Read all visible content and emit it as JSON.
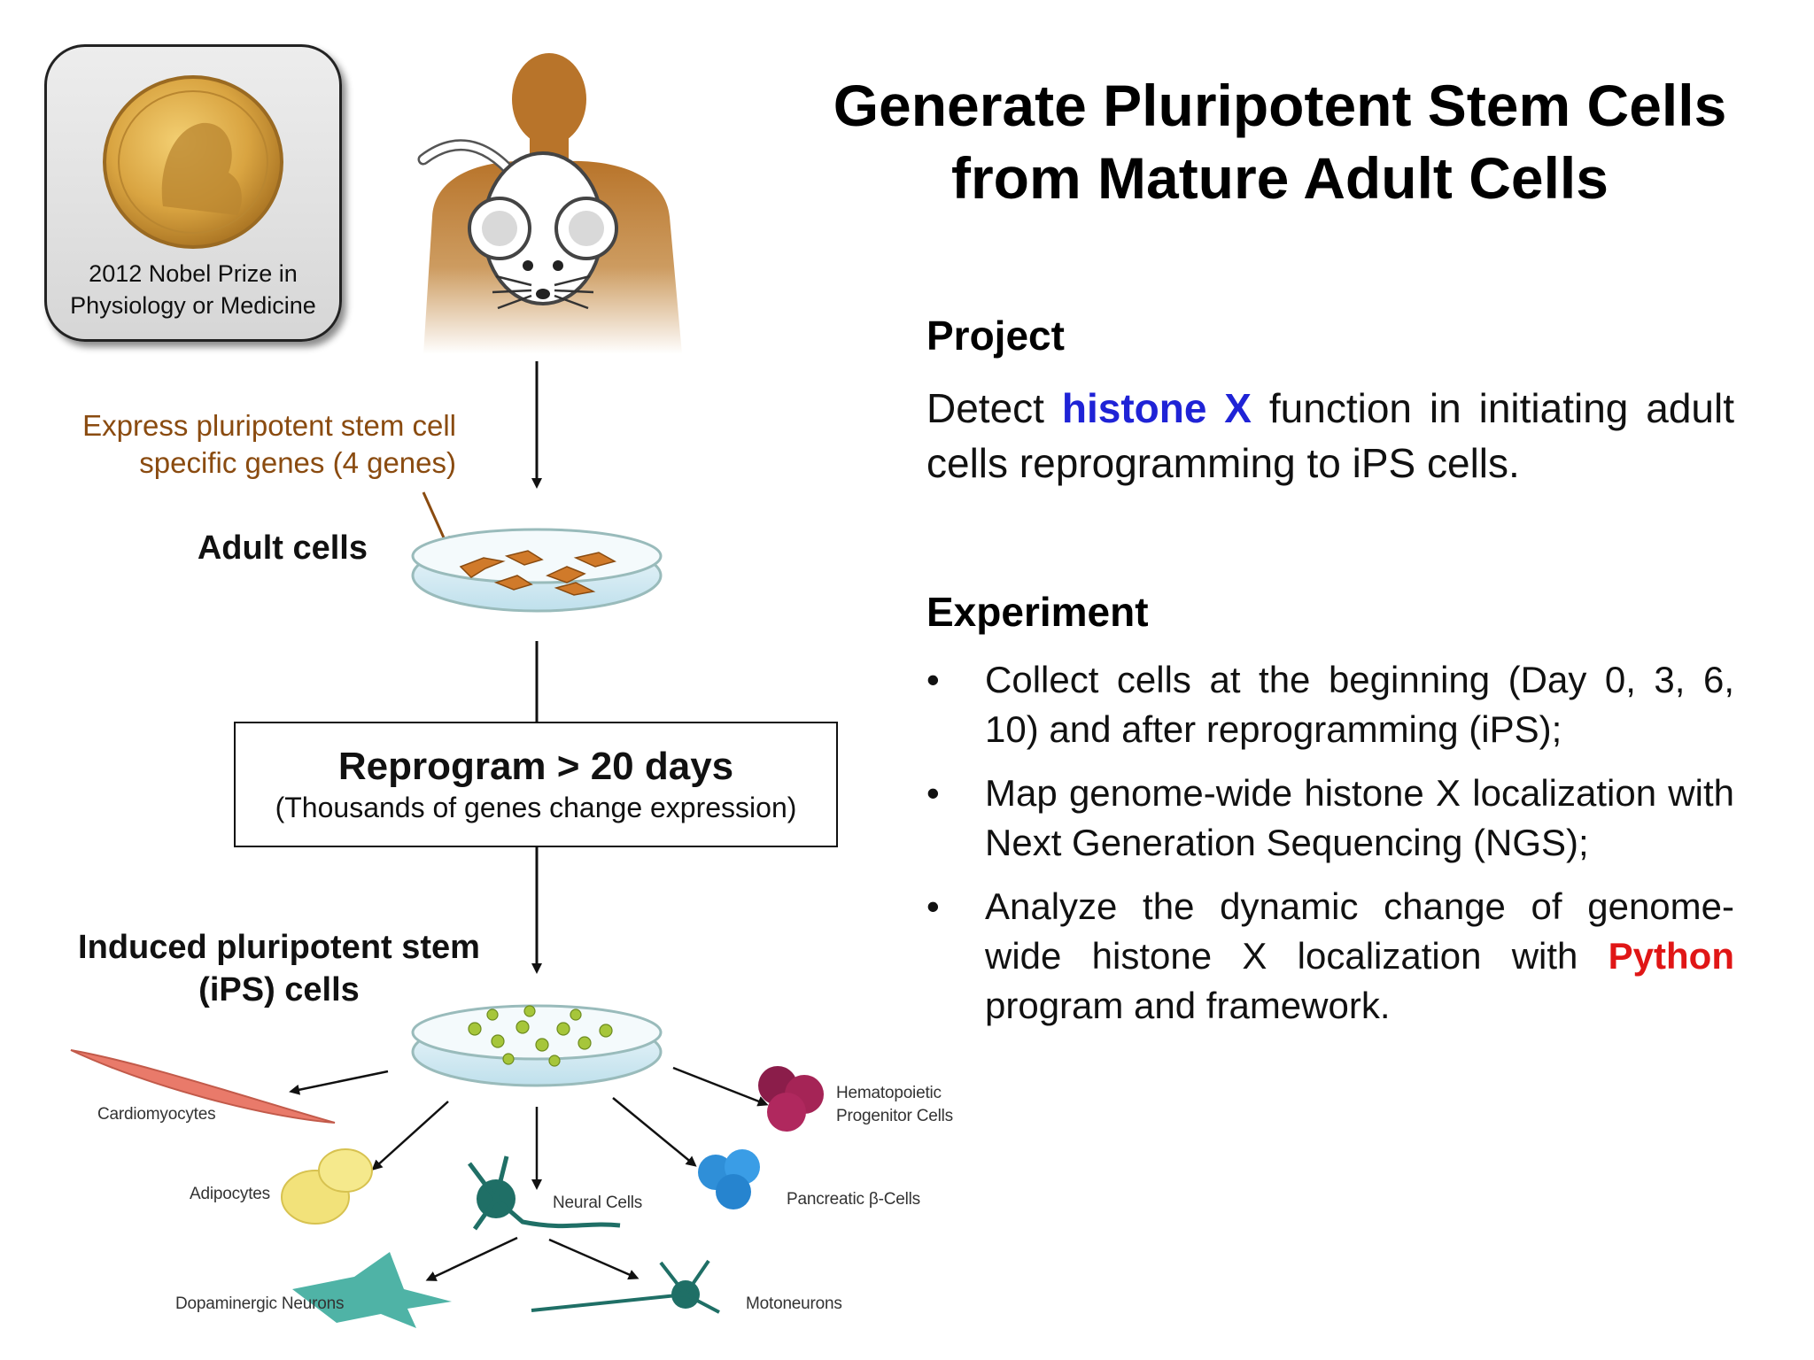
{
  "title": {
    "line1": "Generate Pluripotent Stem Cells",
    "line2": "from Mature Adult Cells"
  },
  "medal": {
    "caption_line1": "2012 Nobel Prize in",
    "caption_line2": "Physiology or Medicine"
  },
  "diagram": {
    "express_line1": "Express pluripotent stem cell",
    "express_line2": "specific genes (4 genes)",
    "adult_cells": "Adult cells",
    "reprogram_title": "Reprogram > 20 days",
    "reprogram_subtitle": "(Thousands of genes change expression)",
    "ips_line1": "Induced pluripotent stem",
    "ips_line2": "(iPS) cells",
    "cell_types": {
      "cardiomyocytes": "Cardiomyocytes",
      "hematopoietic_line1": "Hematopoietic",
      "hematopoietic_line2": "Progenitor Cells",
      "adipocytes": "Adipocytes",
      "neural": "Neural Cells",
      "pancreatic": "Pancreatic β-Cells",
      "dopaminergic": "Dopaminergic Neurons",
      "motoneurons": "Motoneurons"
    }
  },
  "project": {
    "heading": "Project",
    "desc_part1": "Detect",
    "desc_highlight": "histone X",
    "desc_part2": "function in initiating adult cells reprogramming to iPS cells."
  },
  "experiment": {
    "heading": "Experiment",
    "bullet_symbol": "•",
    "items": [
      {
        "text": "Collect cells at the beginning (Day 0, 3, 6, 10) and after reprogramming (iPS);"
      },
      {
        "text": "Map genome-wide histone X localization with Next Generation Sequencing (NGS);"
      },
      {
        "text_part1": "Analyze the dynamic change of genome-wide histone X localization with",
        "highlight": "Python",
        "text_part2": "program and framework."
      }
    ]
  },
  "colors": {
    "highlight_blue": "#1f23d6",
    "highlight_red": "#e01616",
    "express_brown": "#8a4b10",
    "silhouette": "#b8742a",
    "medal_gold": "#d9a441"
  }
}
